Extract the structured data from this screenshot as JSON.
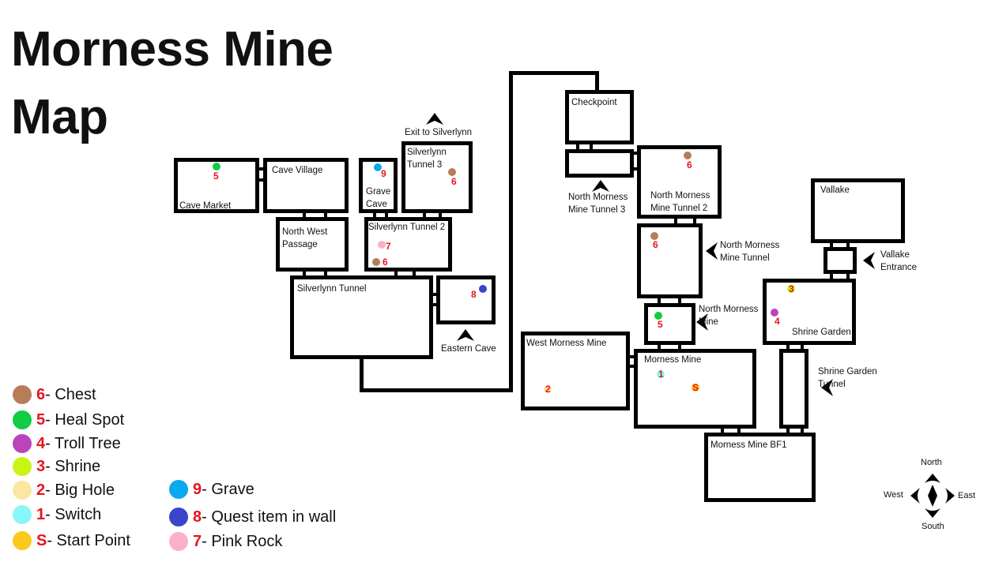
{
  "title": {
    "line1": "Morness Mine",
    "line2": "Map"
  },
  "rooms": {
    "cave_market": "Cave Market",
    "cave_village": "Cave Village",
    "grave_cave": "Grave\nCave",
    "silverlynn_tunnel_3": "Silverlynn\nTunnel 3",
    "north_west_passage": "North West\nPassage",
    "silverlynn_tunnel_2": "Silverlynn Tunnel 2",
    "silverlynn_tunnel": "Silverlynn Tunnel",
    "checkpoint": "Checkpoint",
    "north_morness_mine_tunnel_2": "North Morness\nMine Tunnel 2",
    "west_morness_mine": "West Morness Mine",
    "morness_mine": "Morness Mine",
    "vallake": "Vallake",
    "shrine_garden": "Shrine Garden",
    "morness_mine_bf1": "Morness Mine BF1"
  },
  "external_labels": {
    "exit_silverlynn": "Exit to Silverlynn",
    "eastern_cave": "Eastern Cave",
    "nmm_tunnel_3": "North Morness\nMine Tunnel 3",
    "nmm_tunnel": "North Morness\nMine Tunnel",
    "nmm": "North Morness\nMine",
    "vallake_entrance": "Vallake\nEntrance",
    "shrine_garden_tunnel": "Shrine Garden\n     Tunnel"
  },
  "markers": {
    "chest": "6",
    "heal": "5",
    "troll": "4",
    "shrine": "3",
    "hole": "2",
    "switch": "1",
    "start": "S",
    "grave": "9",
    "quest": "8",
    "pink": "7"
  },
  "colors": {
    "chest": "#b87c5a",
    "heal": "#11cc44",
    "troll": "#bb44bb",
    "shrine": "#c8f514",
    "hole": "#fbe6a2",
    "switch": "#88f7f7",
    "start": "#fbc81c",
    "grave": "#0aa8f0",
    "quest": "#3b44cc",
    "pink": "#fbb0c8",
    "number": "#e8141e"
  },
  "legend": [
    {
      "num": "6",
      "text": "- Chest"
    },
    {
      "num": "5",
      "text": "- Heal Spot"
    },
    {
      "num": "4",
      "text": "- Troll Tree"
    },
    {
      "num": "3",
      "text": "- Shrine"
    },
    {
      "num": "2",
      "text": "- Big Hole"
    },
    {
      "num": "1",
      "text": "- Switch"
    },
    {
      "num": "S",
      "text": "- Start Point"
    },
    {
      "num": "9",
      "text": " - Grave"
    },
    {
      "num": "8",
      "text": " - Quest item in wall"
    },
    {
      "num": "7",
      "text": " - Pink Rock"
    }
  ],
  "compass": {
    "north": "North",
    "south": "South",
    "east": "East",
    "west": "West"
  }
}
